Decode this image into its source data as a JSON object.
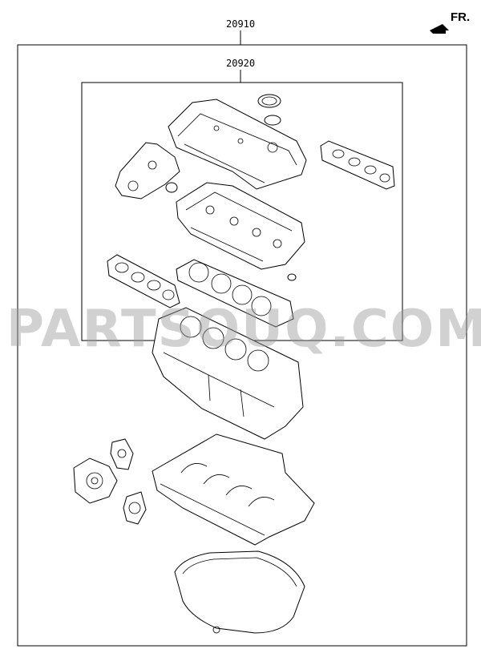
{
  "callouts": {
    "outer_kit": "20910",
    "inner_kit": "20920"
  },
  "orientation": {
    "label": "FR.",
    "icon": "front-direction-arrow-icon"
  },
  "watermark": {
    "text": "PARTSOUQ.COM"
  }
}
